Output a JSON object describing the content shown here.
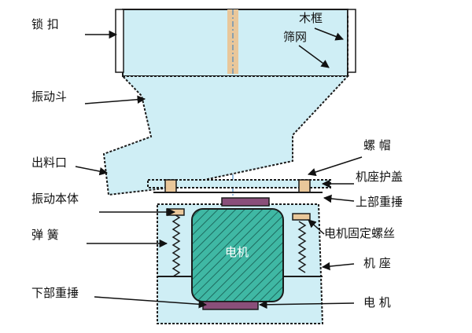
{
  "labels": {
    "lock": "锁 扣",
    "wood_frame": "木框",
    "screen_mesh": "筛网",
    "vibrating_hopper": "振动斗",
    "outlet": "出料口",
    "nut_cap": "螺 帽",
    "base_cover": "机座护盖",
    "vibrating_body": "振动本体",
    "upper_weight": "上部重捶",
    "spring": "弹 簧",
    "motor_bolt": "电机固定螺丝",
    "base": "机 座",
    "lower_weight": "下部重捶",
    "motor": "电 机",
    "motor_inner": "电机"
  },
  "colors": {
    "body_fill": "#cfeef5",
    "motor_fill": "#3fb8a4",
    "weight_fill": "#8a4f7a",
    "band_fill": "#e9c79a",
    "outline": "#1b1b1b"
  }
}
